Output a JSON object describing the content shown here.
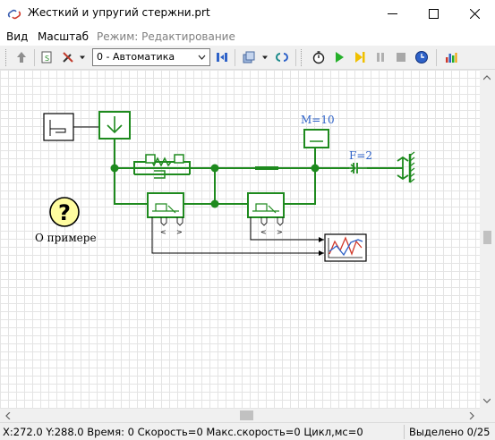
{
  "window": {
    "title": "Жесткий и упругий стержни.prt",
    "app_icon": "link-icon"
  },
  "menu": {
    "view": "Вид",
    "scale": "Масштаб",
    "mode_label": "Режим:  Редактирование"
  },
  "toolbar": {
    "mode_select_value": "0 - Автоматика",
    "icons": [
      "arrow-up-icon",
      "script-icon",
      "tools-icon",
      "swap-icon",
      "layers-icon",
      "link-icon",
      "stopwatch-icon",
      "play-icon",
      "step-icon",
      "pause-icon",
      "stop-icon",
      "clock-icon",
      "chart-icon"
    ]
  },
  "diagram": {
    "mass_label": "M=10",
    "force_label": "F=2",
    "help_label": "О примере",
    "help_symbol": "?",
    "colors": {
      "wire": "#1e8a1e",
      "block_fill": "#ffffff",
      "help_fill": "#fffca0",
      "label_blue": "#2e62c8"
    }
  },
  "status": {
    "coords": "X:272.0  Y:288.0",
    "time": "Время: 0",
    "speed": "Скорость=0",
    "max_speed": "Макс.скорость=0",
    "cycle": "Цикл,мс=0",
    "selected": "Выделено 0/25"
  }
}
